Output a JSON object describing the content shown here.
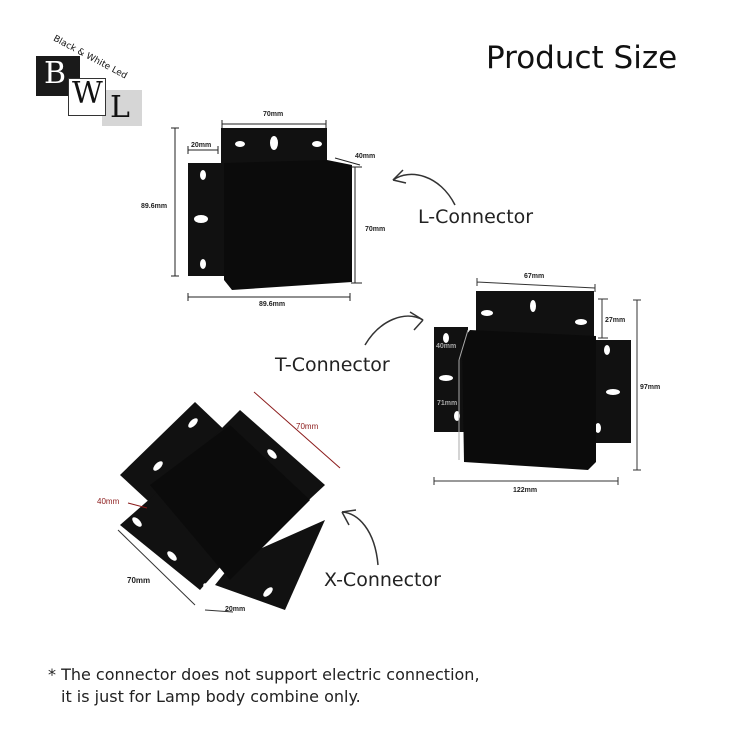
{
  "logo": {
    "brand": "Black & White Led",
    "letters": [
      "B",
      "W",
      "L"
    ]
  },
  "title": "Product Size",
  "connectors": {
    "l": {
      "label": "L-Connector",
      "dims": {
        "top": "70mm",
        "flange": "20mm",
        "depth": "40mm",
        "height": "89.6mm",
        "box_height": "70mm",
        "width": "89.6mm"
      }
    },
    "t": {
      "label": "T-Connector",
      "dims": {
        "top": "67mm",
        "flange": "27mm",
        "depth": "40mm",
        "box_height": "71mm",
        "height": "97mm",
        "width": "122mm"
      }
    },
    "x": {
      "label": "X-Connector",
      "dims": {
        "top": "70mm",
        "depth": "40mm",
        "side": "70mm",
        "flange": "20mm"
      }
    }
  },
  "note": {
    "line1": "* The connector does not support electric connection,",
    "line2": "it is just for Lamp body combine only."
  }
}
